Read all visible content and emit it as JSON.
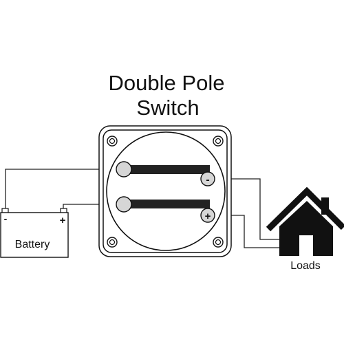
{
  "diagram": {
    "title_line1": "Double Pole",
    "title_line2": "Switch",
    "battery_label": "Battery",
    "battery_negative_sign": "-",
    "battery_positive_sign": "+",
    "loads_label": "Loads",
    "switch_negative_sign": "-",
    "switch_positive_sign": "+"
  },
  "colors": {
    "stroke": "#111111",
    "wire": "#222222",
    "terminal_fill": "#d6d6d6",
    "panel_fill": "#ffffff",
    "background": "#ffffff"
  }
}
